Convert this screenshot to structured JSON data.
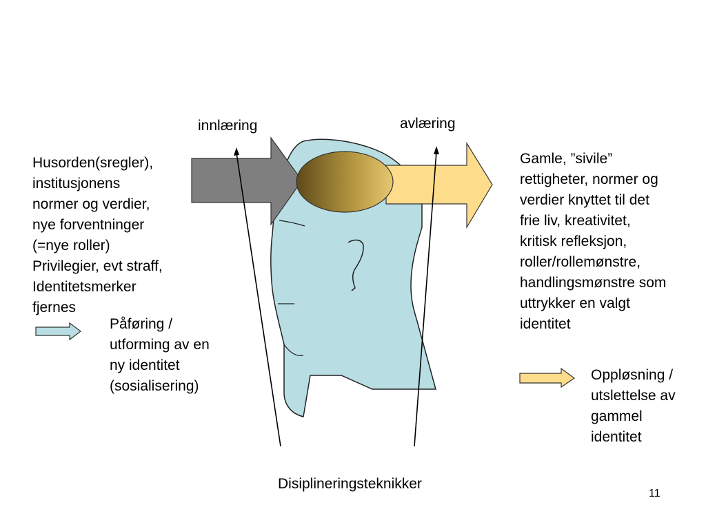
{
  "labels": {
    "innlaering": "innlæring",
    "avlaering": "avlæring"
  },
  "left_text": "Husorden(sregler),\ninstitusjonens\nnormer og verdier,\nnye forventninger\n(=nye roller)\nPrivilegier, evt straff,\nIdentitetsmerker\nfjernes",
  "right_text": "Gamle, ”sivile”\nrettigheter, normer og\nverdier knyttet til det\nfrie liv, kreativitet,\nkritisk refleksjon,\nroller/rollemønstre,\nhandlingsmønstre som\nuttrykker en valgt\nidentitet",
  "legend": {
    "blue_arrow_text": "Påføring /\nutforming av en\nny identitet\n(sosialisering)",
    "yellow_arrow_text": "Oppløsning /\nutslettelse av\ngammel\nidentitet"
  },
  "caption": "Disiplineringsteknikker",
  "page_number": "11",
  "colors": {
    "head_fill": "#b8dde3",
    "gray_arrow": "#7f7f7f",
    "yellow_arrow": "#fddc8c",
    "blue_legend_arrow": "#b8dde3",
    "brain_dark": "#5e4a1a",
    "brain_light": "#e6c870"
  }
}
